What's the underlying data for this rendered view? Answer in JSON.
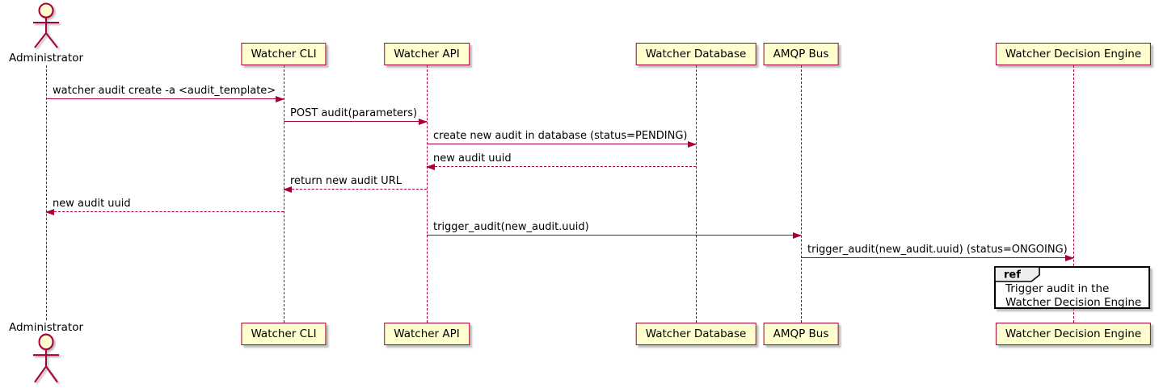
{
  "actor": {
    "name": "Administrator"
  },
  "participants": [
    {
      "label": "Watcher CLI"
    },
    {
      "label": "Watcher API"
    },
    {
      "label": "Watcher Database"
    },
    {
      "label": "AMQP Bus"
    },
    {
      "label": "Watcher Decision Engine"
    }
  ],
  "messages": [
    {
      "from": "Administrator",
      "to": "Watcher CLI",
      "label": "watcher audit create -a <audit_template>",
      "style": "solid",
      "direction": "right"
    },
    {
      "from": "Watcher CLI",
      "to": "Watcher API",
      "label": "POST audit(parameters)",
      "style": "solid",
      "direction": "right"
    },
    {
      "from": "Watcher API",
      "to": "Watcher Database",
      "label": "create new audit in database (status=PENDING)",
      "style": "solid",
      "direction": "right"
    },
    {
      "from": "Watcher Database",
      "to": "Watcher API",
      "label": "new audit uuid",
      "style": "dashed",
      "direction": "left"
    },
    {
      "from": "Watcher API",
      "to": "Watcher CLI",
      "label": "return new audit URL",
      "style": "dashed",
      "direction": "left"
    },
    {
      "from": "Watcher CLI",
      "to": "Administrator",
      "label": "new audit uuid",
      "style": "dashed",
      "direction": "left"
    },
    {
      "from": "Watcher API",
      "to": "AMQP Bus",
      "label": "trigger_audit(new_audit.uuid)",
      "style": "solid",
      "direction": "right"
    },
    {
      "from": "AMQP Bus",
      "to": "Watcher Decision Engine",
      "label": "trigger_audit(new_audit.uuid) (status=ONGOING)",
      "style": "solid",
      "direction": "right"
    }
  ],
  "ref": {
    "tag": "ref",
    "line1": "Trigger audit in the",
    "line2": "Watcher Decision Engine"
  },
  "colors": {
    "line": "#A80036",
    "fill": "#FEFECE",
    "text": "#000000",
    "ref_border": "#000000",
    "ref_tab": "#EEEEEE"
  }
}
